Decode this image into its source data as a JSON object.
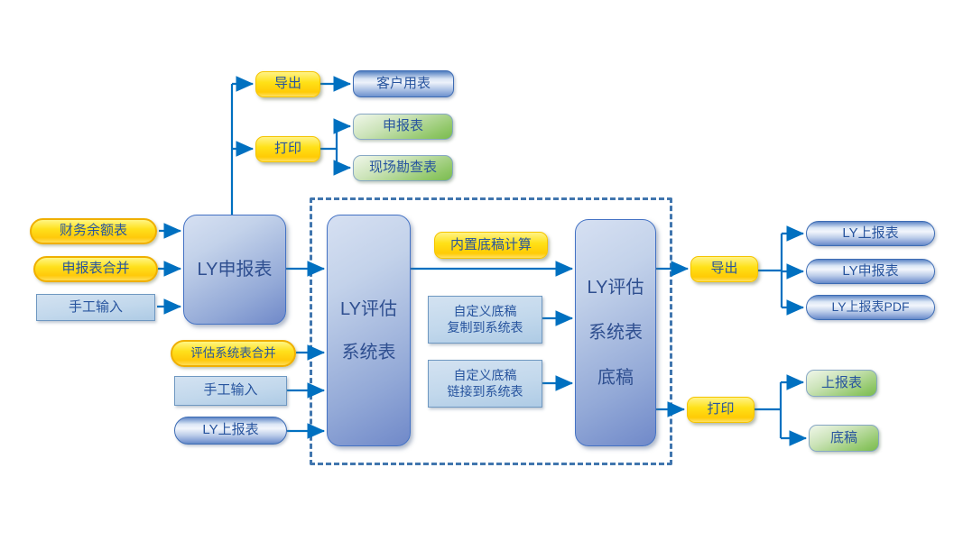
{
  "colors": {
    "arrow_blue": "#0070C0",
    "dashed_border": "#4176AE",
    "node_text_blue": "#27549E",
    "yellow_fill": "#FFD700",
    "green_fill": "#84C15D",
    "big_box_blue": "#7E97D0",
    "light_blue_fill": "#C2D8EC"
  },
  "nodes": {
    "financial_balance": {
      "label": "财务余额表"
    },
    "declaration_merge": {
      "label": "申报表合并"
    },
    "manual_input_top": {
      "label": "手工输入"
    },
    "ly_declaration": {
      "label": "LY申报表"
    },
    "export_top": {
      "label": "导出"
    },
    "print_top": {
      "label": "打印"
    },
    "customer_table": {
      "label": "客户用表"
    },
    "declaration_form": {
      "label": "申报表"
    },
    "site_survey_form": {
      "label": "现场勘查表"
    },
    "eval_system_merge": {
      "label": "评估系统表合并"
    },
    "manual_input_bottom": {
      "label": "手工输入"
    },
    "ly_report_input": {
      "label": "LY上报表"
    },
    "ly_eval_system": {
      "label": "LY评估\n系统表"
    },
    "builtin_draft_calc": {
      "label": "内置底稿计算"
    },
    "custom_draft_copy": {
      "label": "自定义底稿\n复制到系统表"
    },
    "custom_draft_link": {
      "label": "自定义底稿\n链接到系统表"
    },
    "ly_eval_draft": {
      "label": "LY评估\n系统表\n底稿"
    },
    "export_right": {
      "label": "导出"
    },
    "print_right": {
      "label": "打印"
    },
    "ly_report_out": {
      "label": "LY上报表"
    },
    "ly_declaration_out": {
      "label": "LY申报表"
    },
    "ly_report_pdf_out": {
      "label": "LY上报表PDF"
    },
    "report_form_out": {
      "label": "上报表"
    },
    "draft_out": {
      "label": "底稿"
    }
  }
}
